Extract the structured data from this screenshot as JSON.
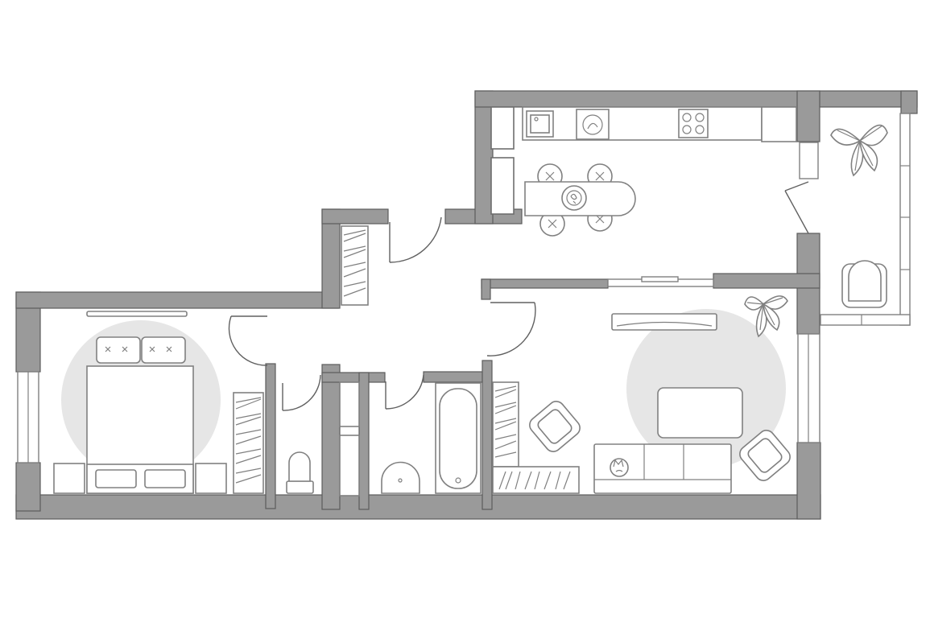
{
  "plan": {
    "rooms": [
      {
        "key": "bedroom",
        "features": [
          "double-bed",
          "two-pillows",
          "two-nightstands",
          "round-rug",
          "wardrobe",
          "radiator"
        ]
      },
      {
        "key": "hallway",
        "features": [
          "wardrobe"
        ]
      },
      {
        "key": "toilet",
        "features": [
          "toilet-bowl"
        ]
      },
      {
        "key": "bathroom",
        "features": [
          "bathtub",
          "washbasin"
        ]
      },
      {
        "key": "living-room",
        "features": [
          "sofa",
          "armchairs",
          "coffee-table",
          "round-rug",
          "plant",
          "shelving",
          "radiator"
        ]
      },
      {
        "key": "kitchen",
        "features": [
          "sink",
          "washing-machine",
          "hob",
          "dining-table",
          "four-stools",
          "tall-cabinets"
        ]
      },
      {
        "key": "balcony",
        "features": [
          "armchair",
          "plant"
        ]
      }
    ],
    "colors": {
      "walls": "#9a9a9a",
      "outline": "#808080",
      "rug": "#e6e6e6",
      "background": "#ffffff"
    }
  }
}
